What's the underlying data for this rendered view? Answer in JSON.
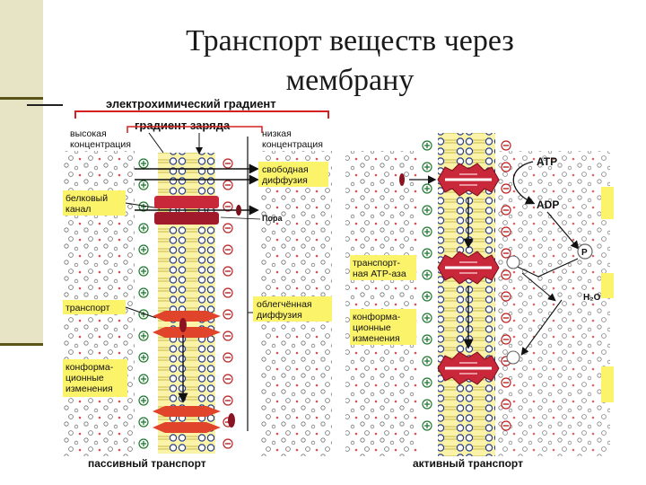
{
  "slide": {
    "title_line1": "Транспорт веществ через",
    "title_line2": "мембрану"
  },
  "labels": {
    "electrochemical_gradient": "электрохимический градиент",
    "charge_gradient": "градиент заряда",
    "high_concentration_1": "высокая",
    "high_concentration_2": "концентрация",
    "low_concentration_1": "низкая",
    "low_concentration_2": "концентрация",
    "free_diffusion_1": "свободная",
    "free_diffusion_2": "диффузия",
    "protein_channel_1": "белковый",
    "protein_channel_2": "канал",
    "pore": "Пора",
    "transporter": "транспорт",
    "facilitated_diffusion_1": "облегчённая",
    "facilitated_diffusion_2": "диффузия",
    "conformational_left_1": "конформа-",
    "conformational_left_2": "ционные",
    "conformational_left_3": "изменения",
    "transport_atpase_1": "транспорт-",
    "transport_atpase_2": "ная АТР-аза",
    "conformational_right_1": "конформа-",
    "conformational_right_2": "ционные",
    "conformational_right_3": "изменения",
    "atp": "ATP",
    "adp": "ADP",
    "phosphate": "P",
    "water": "H₂O",
    "passive_transport": "пассивный транспорт",
    "active_transport": "активный транспорт"
  },
  "colors": {
    "label_background": "#fbf36a",
    "membrane_fill": "#fbf3a8",
    "protein": "#c8283a",
    "protein_dark": "#8a1422",
    "sidebar": "#e6e4c4",
    "bracket": "#d42020"
  },
  "icons": {
    "positive_ion": "plus-circle-icon",
    "negative_ion": "minus-circle-icon",
    "phosphate_marker": "phosphate-circle-icon"
  }
}
